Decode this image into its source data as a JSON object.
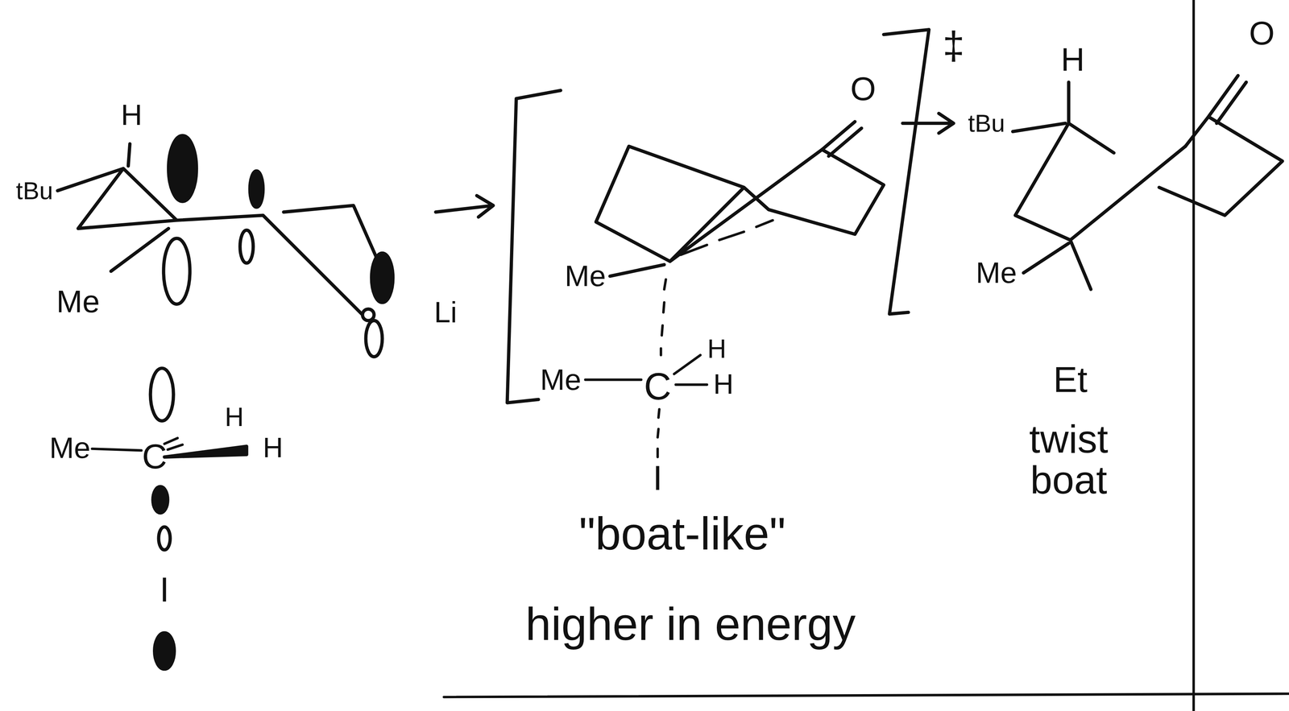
{
  "diagram": {
    "labels": [
      "H",
      "tBu",
      "Me",
      "Li",
      "Me",
      "C",
      "H",
      "H",
      "I",
      "O",
      "Me",
      "Me",
      "C",
      "H",
      "H",
      "I",
      "‡",
      "H",
      "tBu",
      "O",
      "Me",
      "Et",
      "twist boat",
      "\"boat-like\"",
      "higher in energy"
    ]
  }
}
